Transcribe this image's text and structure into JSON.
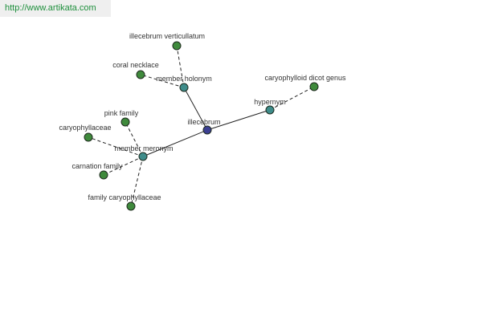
{
  "banner": {
    "text": "http://www.artikata.com"
  },
  "colors": {
    "center": "#3c3f92",
    "relation": "#3e8c8a",
    "leaf": "#3f8a3c",
    "node_stroke": "#1e2a1e",
    "edge": "#222222"
  },
  "graph": {
    "nodes": [
      {
        "id": "illecebrum",
        "label": "illecebrum",
        "kind": "center"
      },
      {
        "id": "member-holonym",
        "label": "member holonym",
        "kind": "relation"
      },
      {
        "id": "hypernym",
        "label": "hypernym",
        "kind": "relation"
      },
      {
        "id": "member-meronym",
        "label": "member meronym",
        "kind": "relation"
      },
      {
        "id": "illecebrum-verticullatum",
        "label": "illecebrum verticullatum",
        "kind": "leaf"
      },
      {
        "id": "coral-necklace",
        "label": "coral necklace",
        "kind": "leaf"
      },
      {
        "id": "caryophylloid-dicot-genus",
        "label": "caryophylloid dicot genus",
        "kind": "leaf"
      },
      {
        "id": "pink-family",
        "label": "pink family",
        "kind": "leaf"
      },
      {
        "id": "caryophyllaceae",
        "label": "caryophyllaceae",
        "kind": "leaf"
      },
      {
        "id": "carnation-family",
        "label": "carnation family",
        "kind": "leaf"
      },
      {
        "id": "family-caryophyllaceae",
        "label": "family caryophyllaceae",
        "kind": "leaf"
      }
    ],
    "edges": [
      {
        "from": "illecebrum",
        "to": "member-holonym",
        "style": "solid"
      },
      {
        "from": "illecebrum",
        "to": "hypernym",
        "style": "solid"
      },
      {
        "from": "illecebrum",
        "to": "member-meronym",
        "style": "solid"
      },
      {
        "from": "member-holonym",
        "to": "illecebrum-verticullatum",
        "style": "dashed"
      },
      {
        "from": "member-holonym",
        "to": "coral-necklace",
        "style": "dashed"
      },
      {
        "from": "hypernym",
        "to": "caryophylloid-dicot-genus",
        "style": "dashed"
      },
      {
        "from": "member-meronym",
        "to": "pink-family",
        "style": "dashed"
      },
      {
        "from": "member-meronym",
        "to": "caryophyllaceae",
        "style": "dashed"
      },
      {
        "from": "member-meronym",
        "to": "carnation-family",
        "style": "dashed"
      },
      {
        "from": "member-meronym",
        "to": "family-caryophyllaceae",
        "style": "dashed"
      }
    ]
  }
}
